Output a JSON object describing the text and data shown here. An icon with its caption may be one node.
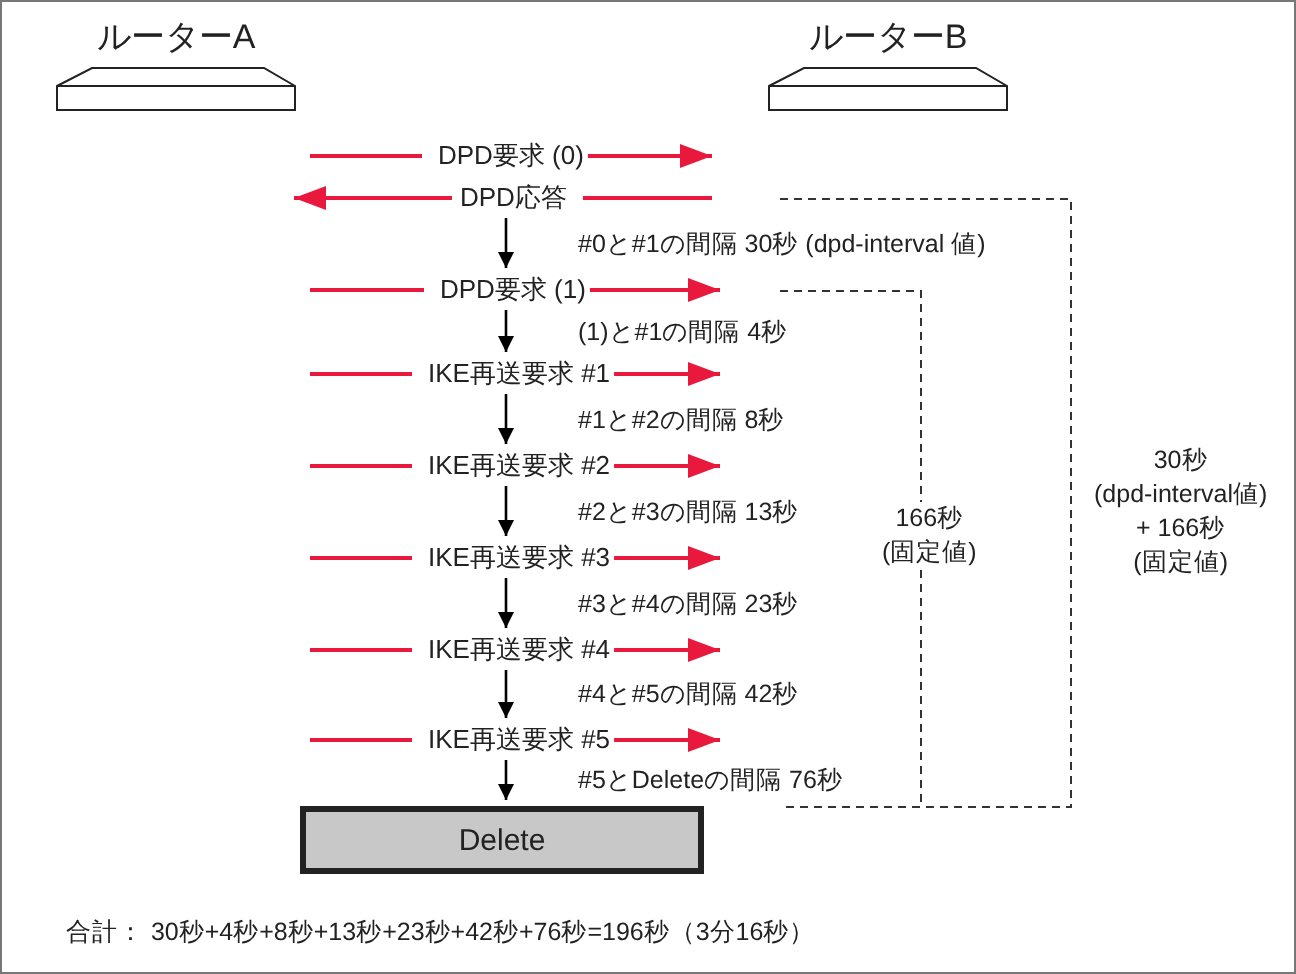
{
  "diagram": {
    "nodes": [
      {
        "text": [
          "ルーターA"
        ]
      },
      {
        "text": [
          "ルーターB"
        ]
      },
      {
        "text": [
          "DPD要求 (0)"
        ]
      },
      {
        "text": [
          "DPD応答"
        ]
      },
      {
        "text": [
          "DPD要求 (1)"
        ]
      },
      {
        "text": [
          "IKE再送要求 #1"
        ]
      },
      {
        "text": [
          "IKE再送要求 #2"
        ]
      },
      {
        "text": [
          "IKE再送要求 #3"
        ]
      },
      {
        "text": [
          "IKE再送要求 #4"
        ]
      },
      {
        "text": [
          "IKE再送要求 #5"
        ]
      },
      {
        "text": [
          "Delete"
        ]
      }
    ],
    "edges": [
      {
        "from": null,
        "to": 2,
        "arrow": "none"
      },
      {
        "from": 2,
        "to": null,
        "arrow": "to"
      },
      {
        "from": null,
        "to": 3,
        "arrow": "none"
      },
      {
        "from": 3,
        "to": null,
        "arrow": "to"
      },
      {
        "from": 3,
        "to": 4,
        "arrow": "to",
        "label": "#0と#1の間隔 30秒 (dpd-interval 値)",
        "color": "#000000"
      },
      {
        "from": null,
        "to": 4,
        "arrow": "none"
      },
      {
        "from": 4,
        "to": null,
        "arrow": "to"
      },
      {
        "from": 4,
        "to": 5,
        "arrow": "to",
        "label": "(1)と#1の間隔 4秒",
        "color": "#000000"
      },
      {
        "from": null,
        "to": 5,
        "arrow": "none"
      },
      {
        "from": 5,
        "to": null,
        "arrow": "to"
      },
      {
        "from": 5,
        "to": 6,
        "arrow": "to",
        "label": "#1と#2の間隔 8秒",
        "color": "#000000"
      },
      {
        "from": null,
        "to": 6,
        "arrow": "none"
      },
      {
        "from": 6,
        "to": null,
        "arrow": "to"
      },
      {
        "from": 6,
        "to": 7,
        "arrow": "to",
        "label": "#2と#3の間隔 13秒",
        "color": "#000000"
      },
      {
        "from": null,
        "to": 7,
        "arrow": "none"
      },
      {
        "from": 7,
        "to": null,
        "arrow": "to"
      },
      {
        "from": 7,
        "to": 8,
        "arrow": "to",
        "label": "#3と#4の間隔 23秒",
        "color": "#000000"
      },
      {
        "from": null,
        "to": 8,
        "arrow": "none"
      },
      {
        "from": 8,
        "to": null,
        "arrow": "to"
      },
      {
        "from": 8,
        "to": 9,
        "arrow": "to",
        "label": "#4と#5の間隔 42秒",
        "color": "#000000"
      },
      {
        "from": null,
        "to": 9,
        "arrow": "none"
      },
      {
        "from": 9,
        "to": null,
        "arrow": "to"
      },
      {
        "from": 9,
        "to": 10,
        "arrow": "to",
        "label": "#5とDeleteの間隔 76秒",
        "color": "#000000"
      }
    ],
    "labels": [
      "166秒 (固定値)",
      "30秒 (dpd-interval値) + 166秒 (固定値)",
      "合計： 30秒+4秒+8秒+13秒+23秒+42秒+76秒=196秒（3分16秒）"
    ]
  }
}
